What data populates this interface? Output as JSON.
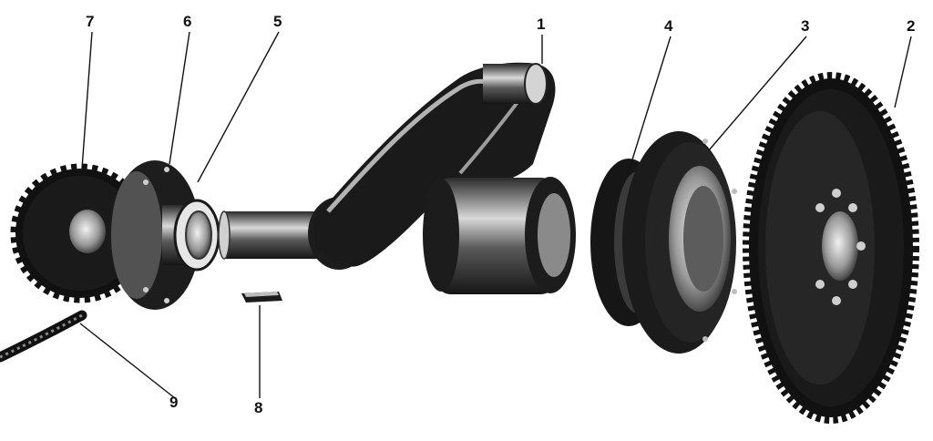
{
  "callouts": {
    "c1": "1",
    "c2": "2",
    "c3": "3",
    "c4": "4",
    "c5": "5",
    "c6": "6",
    "c7": "7",
    "c8": "8",
    "c9": "9"
  },
  "parts": [
    {
      "number": "1",
      "depicts": "crank-arm"
    },
    {
      "number": "2",
      "depicts": "large-gear"
    },
    {
      "number": "3",
      "depicts": "hub"
    },
    {
      "number": "4",
      "depicts": "bushing-ring"
    },
    {
      "number": "5",
      "depicts": "bearing"
    },
    {
      "number": "6",
      "depicts": "sprocket-hub"
    },
    {
      "number": "7",
      "depicts": "sprocket"
    },
    {
      "number": "8",
      "depicts": "key"
    },
    {
      "number": "9",
      "depicts": "chain"
    }
  ],
  "colors": {
    "ink": "#111111",
    "metal_dark": "#1c1c1c",
    "metal_mid": "#6e6e6e",
    "metal_light": "#d8d8d8",
    "background": "#ffffff"
  }
}
